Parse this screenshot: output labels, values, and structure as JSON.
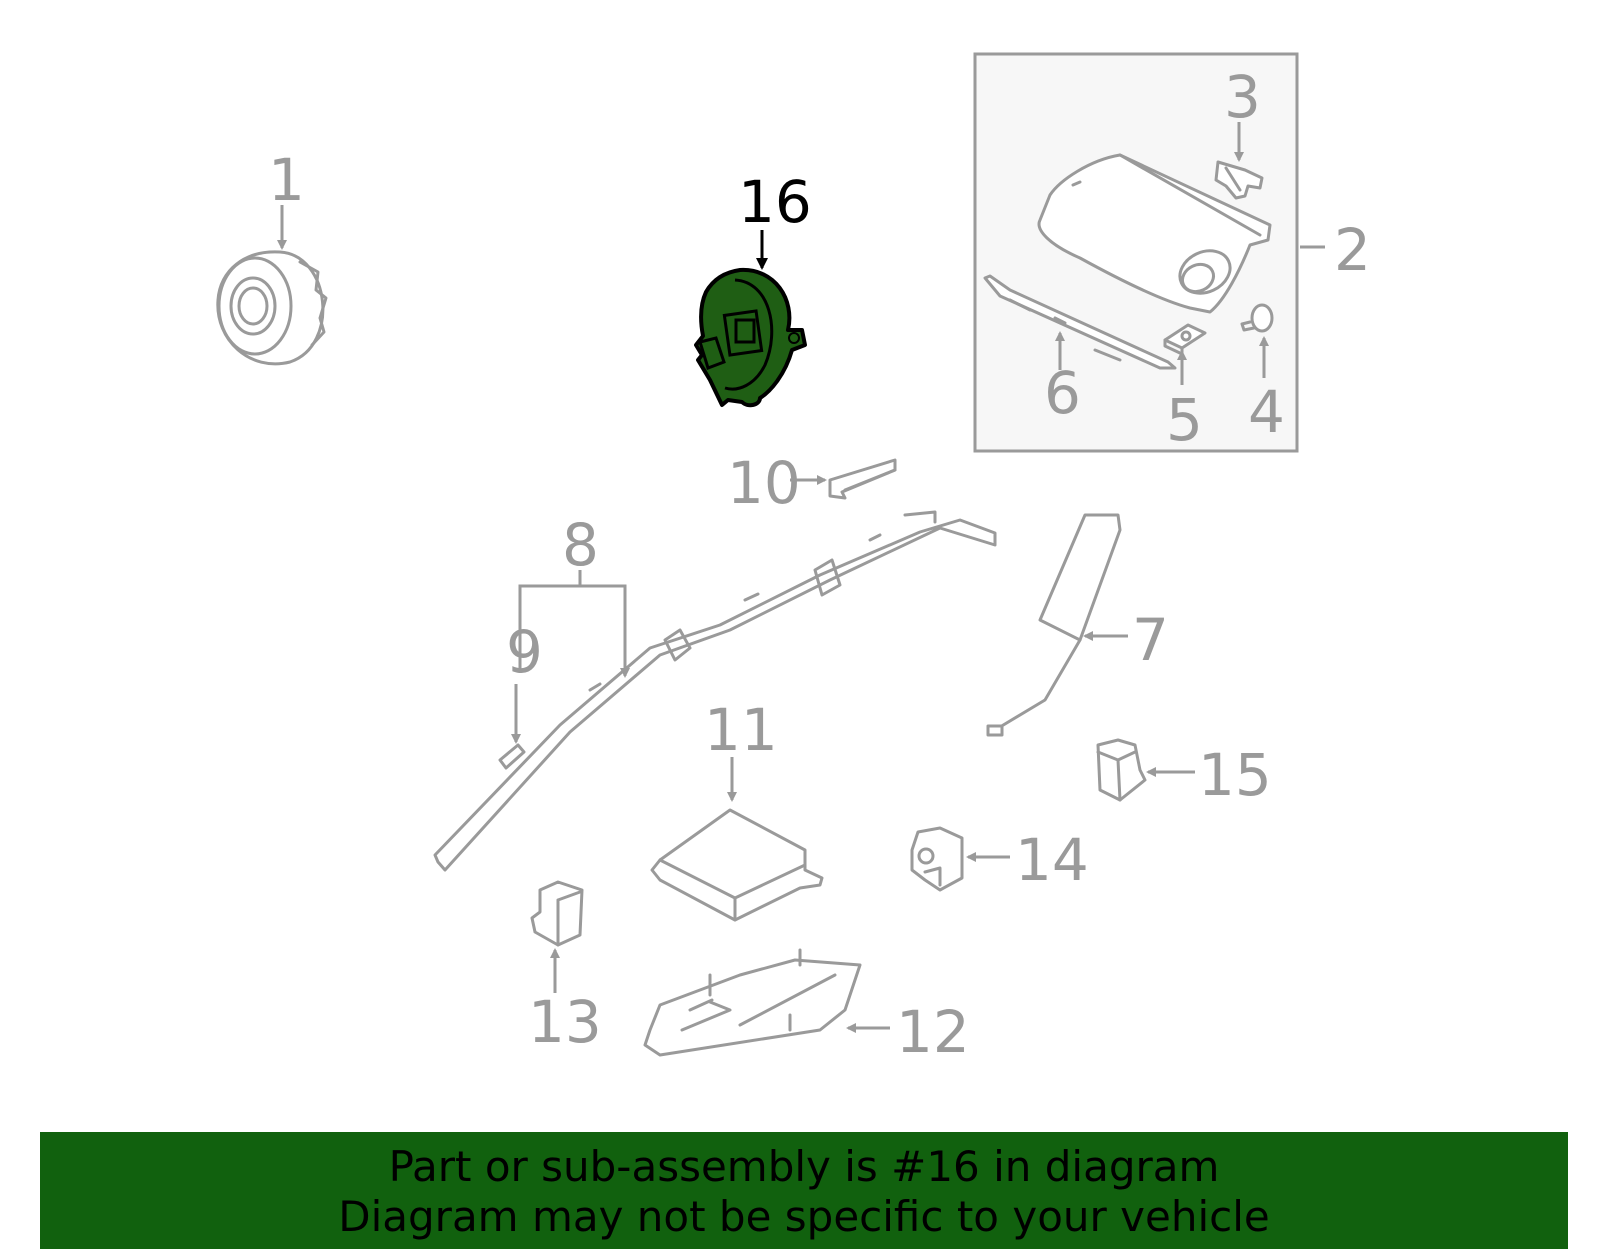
{
  "diagram": {
    "highlighted_part": "16",
    "highlight_color": "#1f5e14",
    "line_color": "#9a9a9a",
    "callouts": {
      "c1": "1",
      "c2": "2",
      "c3": "3",
      "c4": "4",
      "c5": "5",
      "c6": "6",
      "c7": "7",
      "c8": "8",
      "c9": "9",
      "c10": "10",
      "c11": "11",
      "c12": "12",
      "c13": "13",
      "c14": "14",
      "c15": "15",
      "c16": "16"
    }
  },
  "banner": {
    "line1": "Part or sub-assembly is #16 in diagram",
    "line2": "Diagram may not be specific to your vehicle",
    "background": "#11610e"
  }
}
